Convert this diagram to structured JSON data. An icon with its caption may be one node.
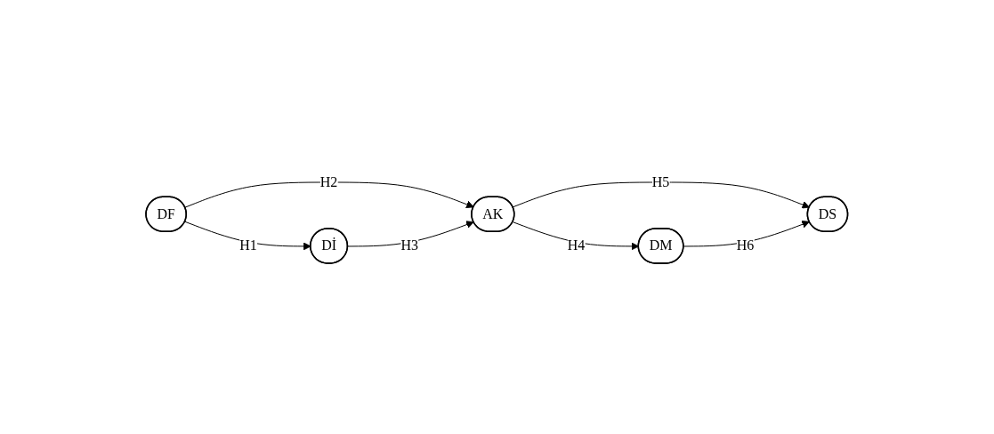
{
  "diagram": {
    "nodes": [
      {
        "text": [
          "DF"
        ]
      },
      {
        "text": [
          "DM"
        ]
      },
      {
        "text": [
          "AK"
        ]
      },
      {
        "text": [
          "Dİ"
        ]
      },
      {
        "text": [
          "DS"
        ]
      }
    ],
    "edges": [
      {
        "from": 0,
        "to": 3,
        "arrow": "to",
        "label": "H1"
      },
      {
        "from": 0,
        "to": 2,
        "arrow": "to",
        "label": "H2"
      },
      {
        "from": 3,
        "to": 2,
        "arrow": "to",
        "label": "H3"
      },
      {
        "from": 2,
        "to": 1,
        "arrow": "to",
        "label": "H4"
      },
      {
        "from": 2,
        "to": 4,
        "arrow": "to",
        "label": "H5"
      },
      {
        "from": 1,
        "to": 4,
        "arrow": "to",
        "label": "H6"
      }
    ]
  }
}
